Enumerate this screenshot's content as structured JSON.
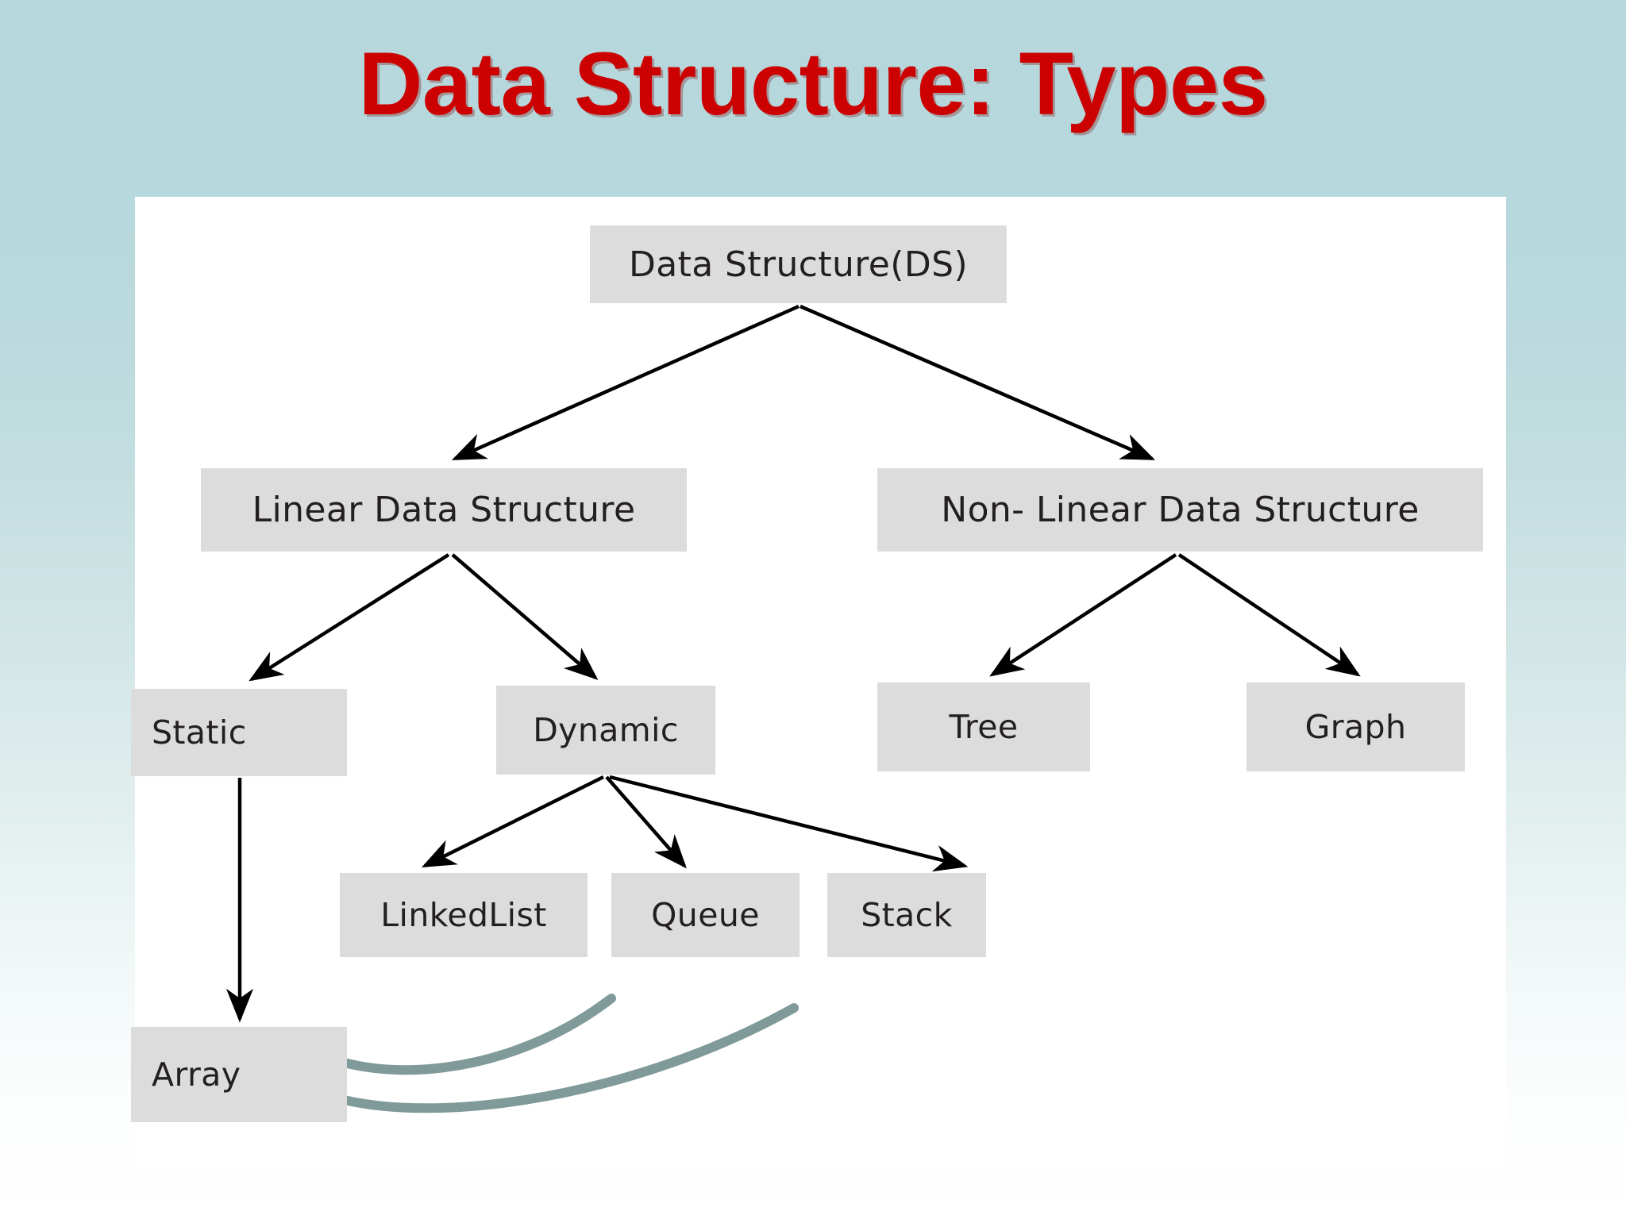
{
  "slide": {
    "title": "Data Structure: Types",
    "title_color": "#cc0000",
    "background_top_color": "#b6d7db",
    "background_bottom_color": "#ffffff",
    "panel_color": "#ffffff"
  },
  "diagram": {
    "type": "tree",
    "node_fill": "#dcdcdc",
    "node_text_color": "#231f20",
    "arrow_color": "#000000",
    "highlight_curve_color": "#7f9a99",
    "nodes": [
      {
        "id": "ds",
        "label": "Data Structure(DS)",
        "level": 0
      },
      {
        "id": "linear",
        "label": "Linear Data Structure",
        "level": 1
      },
      {
        "id": "nonlinear",
        "label": "Non- Linear Data Structure",
        "level": 1
      },
      {
        "id": "static",
        "label": "Static",
        "level": 2
      },
      {
        "id": "dynamic",
        "label": "Dynamic",
        "level": 2
      },
      {
        "id": "tree",
        "label": "Tree",
        "level": 2
      },
      {
        "id": "graph",
        "label": "Graph",
        "level": 2
      },
      {
        "id": "linkedlist",
        "label": "LinkedList",
        "level": 3
      },
      {
        "id": "queue",
        "label": "Queue",
        "level": 3
      },
      {
        "id": "stack",
        "label": "Stack",
        "level": 3
      },
      {
        "id": "array",
        "label": "Array",
        "level": 3
      }
    ],
    "edges": [
      {
        "from": "ds",
        "to": "linear"
      },
      {
        "from": "ds",
        "to": "nonlinear"
      },
      {
        "from": "linear",
        "to": "static"
      },
      {
        "from": "linear",
        "to": "dynamic"
      },
      {
        "from": "nonlinear",
        "to": "tree"
      },
      {
        "from": "nonlinear",
        "to": "graph"
      },
      {
        "from": "static",
        "to": "array"
      },
      {
        "from": "dynamic",
        "to": "linkedlist"
      },
      {
        "from": "dynamic",
        "to": "queue"
      },
      {
        "from": "dynamic",
        "to": "stack"
      }
    ],
    "annotations": [
      {
        "id": "curve-array-queue",
        "shape": "hand-drawn-curve",
        "from": "array",
        "to": "queue"
      },
      {
        "id": "curve-array-stack",
        "shape": "hand-drawn-curve",
        "from": "array",
        "to": "stack"
      }
    ]
  }
}
